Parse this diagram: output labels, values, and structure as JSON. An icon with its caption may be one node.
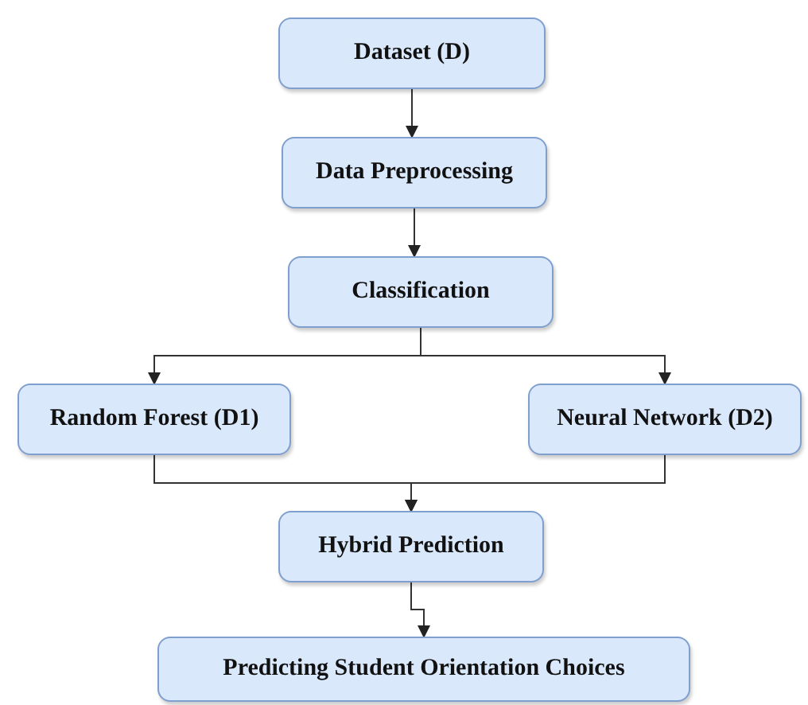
{
  "diagram": {
    "nodes": [
      {
        "text": [
          "Dataset (D)"
        ]
      },
      {
        "text": [
          "Data Preprocessing"
        ]
      },
      {
        "text": [
          "Classification"
        ]
      },
      {
        "text": [
          "Random Forest (D1)"
        ]
      },
      {
        "text": [
          "Neural Network (D2)"
        ]
      },
      {
        "text": [
          "Hybrid Prediction"
        ]
      },
      {
        "text": [
          "Predicting Student Orientation Choices"
        ]
      }
    ],
    "edges": [
      {
        "from": 0,
        "to": 1,
        "arrow": "to"
      },
      {
        "from": 1,
        "to": 2,
        "arrow": "to"
      },
      {
        "from": 2,
        "to": 3,
        "arrow": "to"
      },
      {
        "from": 2,
        "to": 4,
        "arrow": "to"
      },
      {
        "from": 3,
        "to": 5,
        "arrow": "to"
      },
      {
        "from": 4,
        "to": 5,
        "arrow": "to"
      },
      {
        "from": 5,
        "to": 6,
        "arrow": "to"
      }
    ]
  }
}
